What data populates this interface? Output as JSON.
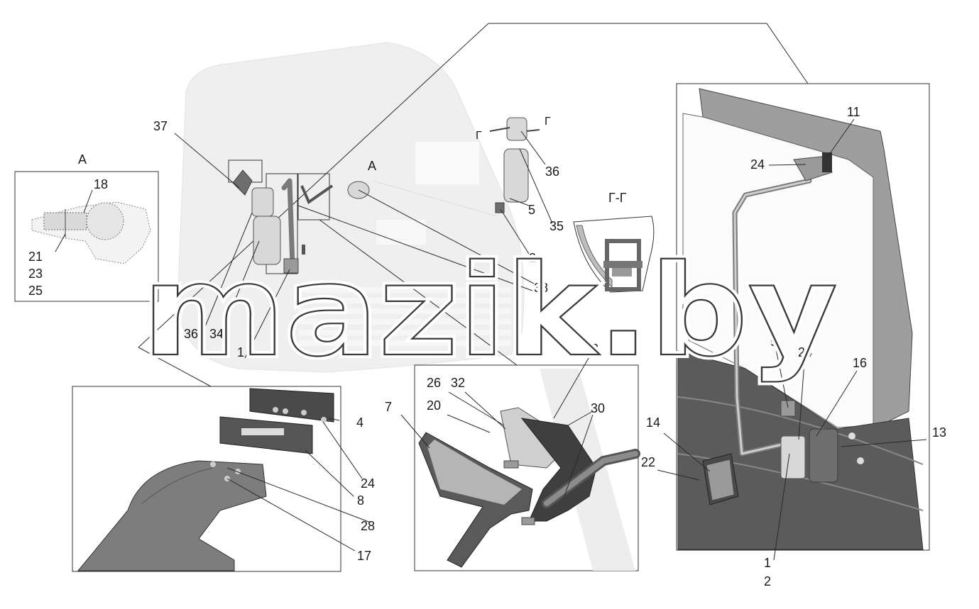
{
  "watermark": "mazik.by",
  "view_labels": {
    "view_a_main": "A",
    "view_a_detail": "A",
    "section_main": "Г-Г",
    "section_mark_left": "Г",
    "section_mark_right": "Г"
  },
  "callouts": {
    "c37": "37",
    "c18": "18",
    "c21": "21",
    "c23": "23",
    "c25": "25",
    "c36a": "36",
    "c34": "34",
    "c1a": "1",
    "c36b": "36",
    "c35": "35",
    "c5": "5",
    "c2a": "2",
    "c38": "38",
    "c3": "3",
    "c4": "4",
    "c24a": "24",
    "c8": "8",
    "c28": "28",
    "c17": "17",
    "c7": "7",
    "c26": "26",
    "c32": "32",
    "c20": "20",
    "c30": "30",
    "c11": "11",
    "c24b": "24",
    "c9": "9",
    "c24c": "24",
    "c16": "16",
    "c14": "14",
    "c13": "13",
    "c22": "22",
    "c1b": "1",
    "c2b": "2"
  }
}
